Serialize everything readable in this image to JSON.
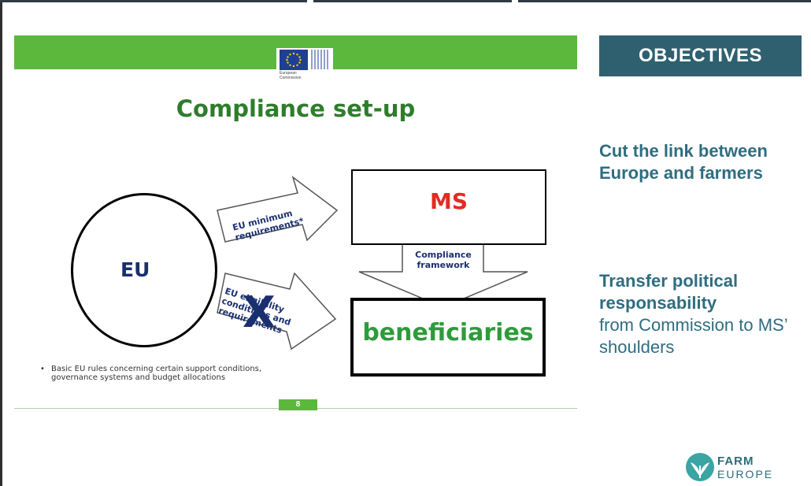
{
  "slide": {
    "logo_text_line1": "European",
    "logo_text_line2": "Commission",
    "title": "Compliance set-up",
    "eu_label": "EU",
    "ms_label": "MS",
    "beneficiaries_label": "beneficiaries",
    "arrow1_text_line1": "EU minimum",
    "arrow1_text_line2": "requirements*",
    "arrow2_text_line1": "EU eligibility",
    "arrow2_text_line2": "conditions and",
    "arrow2_text_line3": "requirements",
    "compliance_text_line1": "Compliance",
    "compliance_text_line2": "framework",
    "footnote_bullet": "•",
    "footnote": "Basic EU rules concerning certain support conditions, governance systems and budget allocations",
    "page_number": "8"
  },
  "objectives": {
    "heading": "OBJECTIVES",
    "item1": "Cut the link between Europe and farmers",
    "item2_bold": "Transfer political responsability",
    "item2_normal": "from Commission to MS’ shoulders"
  },
  "logo": {
    "line1": "FARM",
    "line2": "EUROPE"
  },
  "colors": {
    "green": "#5cb83c",
    "teal": "#2f6070",
    "objective_text": "#2f6d80",
    "ms_red": "#e32b24",
    "beneficiaries_green": "#2e9b3b",
    "eu_blue": "#1a2f6e"
  }
}
